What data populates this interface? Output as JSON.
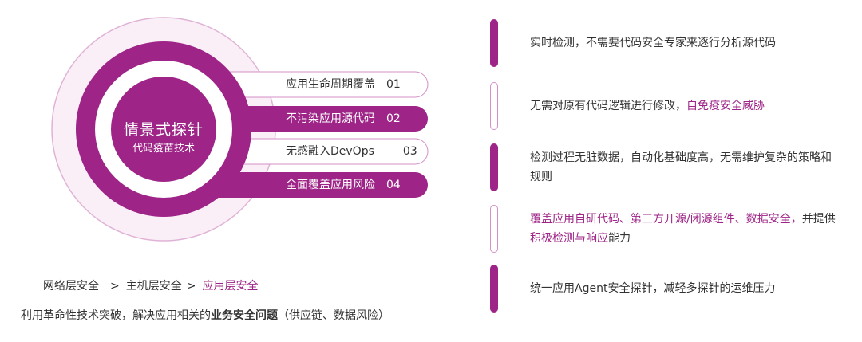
{
  "colors": {
    "accent": "#9e2487",
    "outline": "#d48fc6"
  },
  "center": {
    "title": "情景式探针",
    "subtitle": "代码疫苗技术"
  },
  "features": [
    {
      "label": "应用生命周期覆盖",
      "num": "01",
      "style": "light"
    },
    {
      "label": "不污染应用源代码",
      "num": "02",
      "style": "dark"
    },
    {
      "label": "无感融入DevOps",
      "num": "03",
      "style": "light"
    },
    {
      "label": "全面覆盖应用风险",
      "num": "04",
      "style": "dark"
    }
  ],
  "layers": {
    "network": "网络层安全",
    "arrow1": ">",
    "host": "主机层安全",
    "arrow2": ">",
    "application": "应用层安全"
  },
  "footer": {
    "prefix": "利用革命性技术突破，解决应用相关的",
    "bold": "业务安全问题",
    "suffix": "（供应链、数据风险）"
  },
  "benefits": [
    {
      "bar": "filled",
      "parts": [
        {
          "text": "实时检测，不需要代码安全专家来逐行分析源代码",
          "accent": false
        }
      ]
    },
    {
      "bar": "outline",
      "parts": [
        {
          "text": "无需对原有代码逻辑进行修改，",
          "accent": false
        },
        {
          "text": "自免疫安全威胁",
          "accent": true
        }
      ]
    },
    {
      "bar": "filled",
      "parts": [
        {
          "text": "检测过程无脏数据，自动化基础度高，无需维护复杂的策略和规则",
          "accent": false
        }
      ]
    },
    {
      "bar": "outline",
      "parts": [
        {
          "text": "覆盖应用自研代码、第三方开源/闭源组件、数据安全，",
          "accent": true
        },
        {
          "text": "并提供",
          "accent": false
        },
        {
          "text": "积极检测与响应",
          "accent": true
        },
        {
          "text": "能力",
          "accent": false
        }
      ]
    },
    {
      "bar": "filled",
      "parts": [
        {
          "text": "统一应用Agent安全探针，减轻多探针的运维压力",
          "accent": false
        }
      ]
    }
  ]
}
